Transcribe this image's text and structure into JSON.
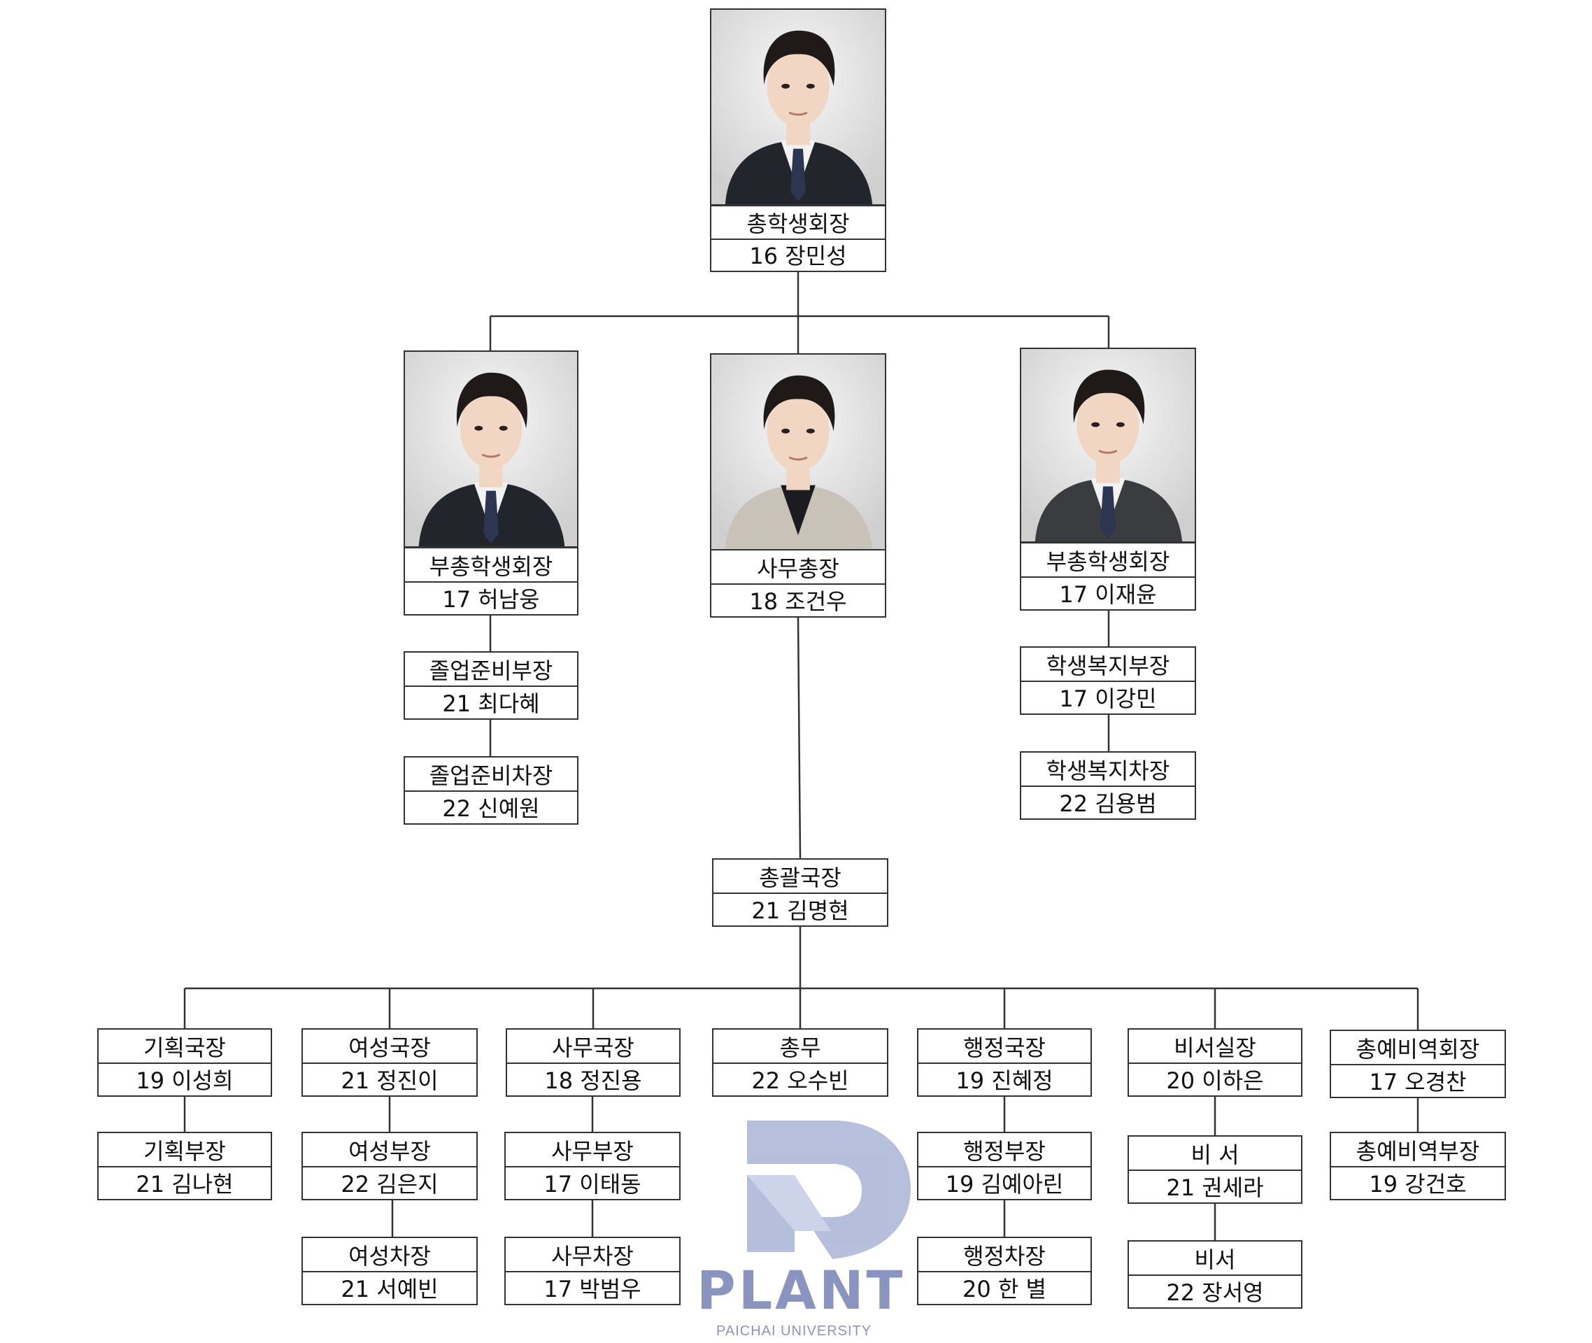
{
  "colors": {
    "line": "#333333",
    "watermark": "#8a95bf",
    "suit": "#22252b",
    "skin": "#f1d6c3",
    "hair": "#1f1a18"
  },
  "nodes": {
    "president": {
      "title": "총학생회장",
      "name": "16 장민성"
    },
    "vp_left": {
      "title": "부총학생회장",
      "name": "17 허남웅"
    },
    "secgen": {
      "title": "사무총장",
      "name": "18 조건우"
    },
    "vp_right": {
      "title": "부총학생회장",
      "name": "17 이재윤"
    },
    "grad_head": {
      "title": "졸업준비부장",
      "name": "21 최다혜"
    },
    "grad_dep": {
      "title": "졸업준비차장",
      "name": "22 신예원"
    },
    "welfare_head": {
      "title": "학생복지부장",
      "name": "17 이강민"
    },
    "welfare_dep": {
      "title": "학생복지차장",
      "name": "22 김용범"
    },
    "general": {
      "title": "총괄국장",
      "name": "21 김명현"
    },
    "plan_dir": {
      "title": "기획국장",
      "name": "19 이성희"
    },
    "plan_head": {
      "title": "기획부장",
      "name": "21 김나현"
    },
    "women_dir": {
      "title": "여성국장",
      "name": "21 정진이"
    },
    "women_head": {
      "title": "여성부장",
      "name": "22 김은지"
    },
    "women_dep": {
      "title": "여성차장",
      "name": "21 서예빈"
    },
    "office_dir": {
      "title": "사무국장",
      "name": "18 정진용"
    },
    "office_head": {
      "title": "사무부장",
      "name": "17 이태동"
    },
    "office_dep": {
      "title": "사무차장",
      "name": "17 박범우"
    },
    "affairs": {
      "title": "총무",
      "name": "22 오수빈"
    },
    "admin_dir": {
      "title": "행정국장",
      "name": "19 진혜정"
    },
    "admin_head": {
      "title": "행정부장",
      "name": "19 김예아린"
    },
    "admin_dep": {
      "title": "행정차장",
      "name": "20 한 별"
    },
    "sec_chief": {
      "title": "비서실장",
      "name": "20 이하은"
    },
    "sec1": {
      "title": "비 서",
      "name": "21 권세라"
    },
    "sec2": {
      "title": "비서",
      "name": "22 장서영"
    },
    "reserve_chair": {
      "title": "총예비역회장",
      "name": "17 오경찬"
    },
    "reserve_head": {
      "title": "총예비역부장",
      "name": "19 강건호"
    }
  },
  "watermark": {
    "brand": "PLANT",
    "sub": "PAICHAI UNIVERSITY"
  }
}
